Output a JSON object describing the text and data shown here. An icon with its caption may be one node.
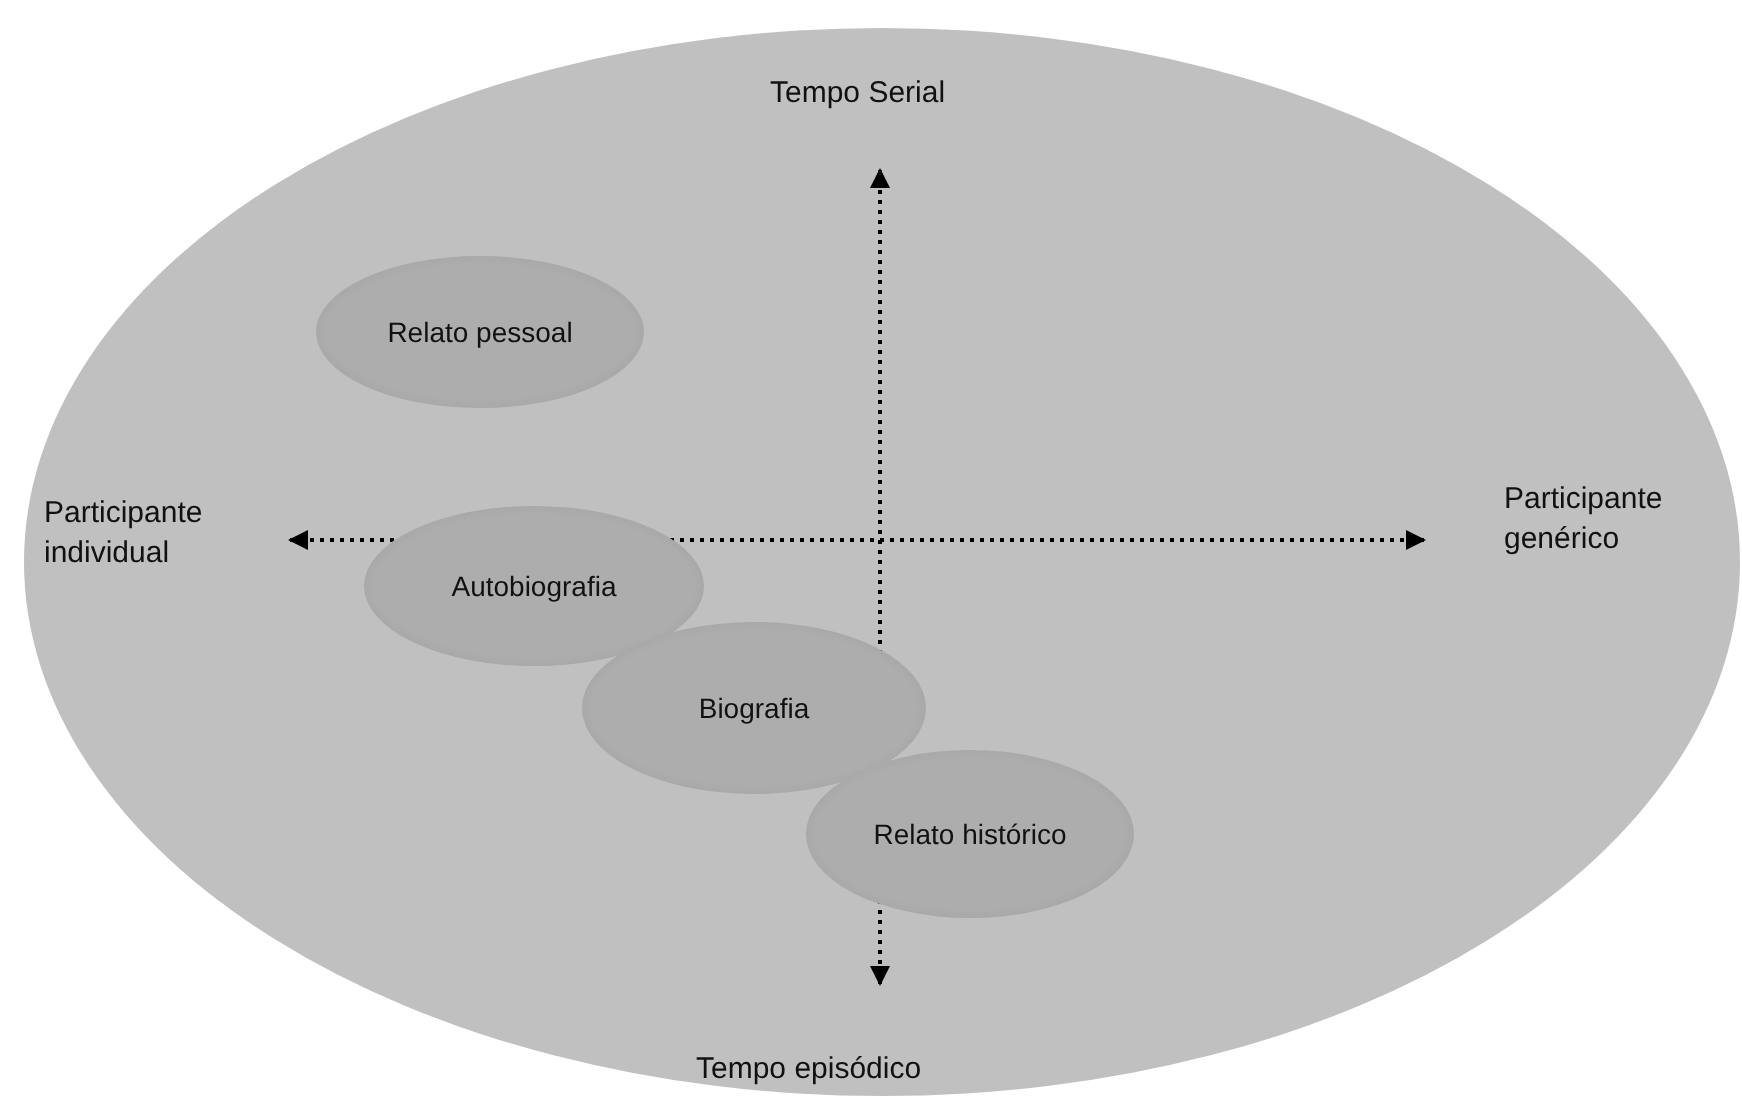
{
  "diagram": {
    "nodes": [
      {
        "text": [],
        "shape": "ellipse"
      },
      {
        "text": [
          "Relato pessoal"
        ],
        "in": 0
      },
      {
        "text": [
          "Autobiografia"
        ],
        "in": 0
      },
      {
        "text": [
          "Biografia"
        ],
        "in": 0
      },
      {
        "text": [
          "Relato histórico"
        ],
        "in": 0
      }
    ],
    "labels": [
      "Tempo Serial",
      "Participante individual",
      "Participante genérico",
      "Tempo episódico"
    ]
  }
}
